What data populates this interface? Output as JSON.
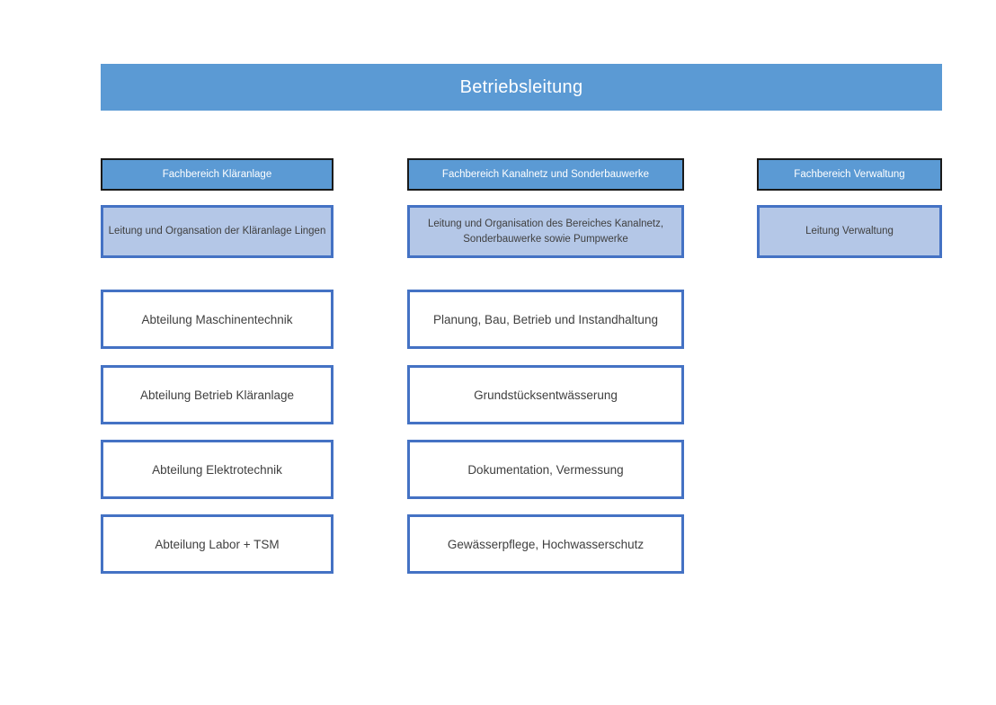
{
  "banner": {
    "title": "Betriebsleitung"
  },
  "columns": [
    {
      "header": "Fachbereich Kläranlage",
      "lead": "Leitung und Organsation der Kläranlage Lingen",
      "departments": [
        "Abteilung Maschinentechnik",
        "Abteilung Betrieb Kläranlage",
        "Abteilung Elektrotechnik",
        "Abteilung Labor + TSM"
      ]
    },
    {
      "header": "Fachbereich Kanalnetz und Sonderbauwerke",
      "lead": "Leitung und Organisation des Bereiches Kanalnetz, Sonderbauwerke sowie Pumpwerke",
      "departments": [
        "Planung, Bau, Betrieb und Instandhaltung",
        "Grundstücksentwässerung",
        "Dokumentation, Vermessung",
        "Gewässerpflege, Hochwasserschutz"
      ]
    },
    {
      "header": "Fachbereich Verwaltung",
      "lead": "Leitung Verwaltung",
      "departments": []
    }
  ],
  "colors": {
    "accent_blue": "#5b9ad4",
    "light_blue": "#b4c7e7",
    "box_border": "#4472c4",
    "header_border": "#1a1a1a",
    "banner_text": "#ffffff",
    "body_text": "#3f3f3f"
  }
}
